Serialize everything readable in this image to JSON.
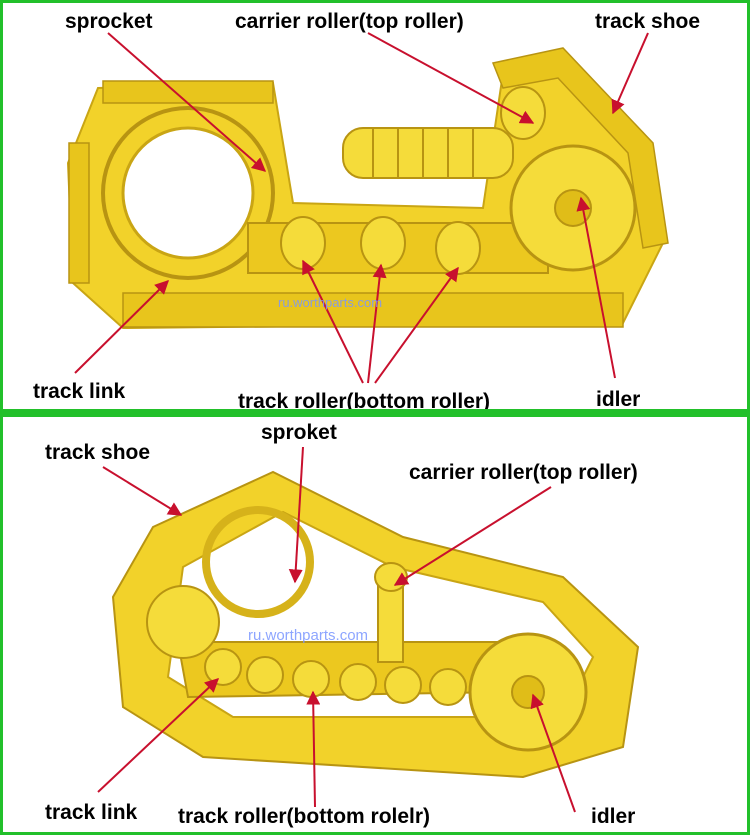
{
  "top_panel": {
    "labels": {
      "sprocket": "sprocket",
      "carrier_roller": "carrier roller(top roller)",
      "track_shoe": "track shoe",
      "track_link": "track link",
      "track_roller": "track roller(bottom roller)",
      "idler": "idler"
    },
    "watermark": "ru.worthparts.com"
  },
  "bottom_panel": {
    "labels": {
      "track_shoe": "track shoe",
      "sproket": "sproket",
      "carrier_roller": "carrier roller(top roller)",
      "track_link": "track link",
      "track_roller": "track roller(bottom rolelr)",
      "idler": "idler"
    },
    "watermark": "ru.worthparts.com"
  },
  "colors": {
    "border": "#22c02a",
    "arrow": "#c8102e",
    "part_yellow": "#f2d22a",
    "part_shadow": "#c9a514"
  }
}
